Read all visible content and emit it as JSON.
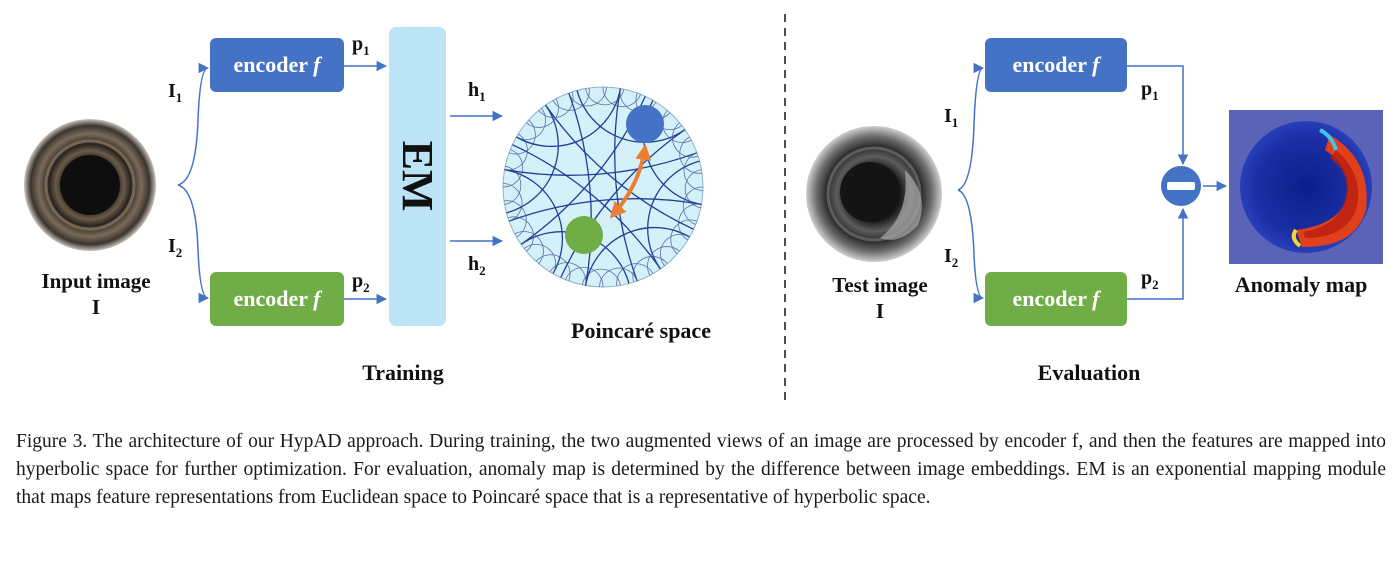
{
  "training": {
    "input_label_line1": "Input image",
    "input_label_line2": "I",
    "view1": "I",
    "view1_sub": "1",
    "view2": "I",
    "view2_sub": "2",
    "encoder_label": "encoder",
    "encoder_fn": "f",
    "p1": "p",
    "p1_sub": "1",
    "p2": "p",
    "p2_sub": "2",
    "em_label": "EM",
    "h1": "h",
    "h1_sub": "1",
    "h2": "h",
    "h2_sub": "2",
    "poincare_label": "Poincaré space",
    "section_title": "Training"
  },
  "evaluation": {
    "test_label_line1": "Test image",
    "test_label_line2": "I",
    "view1": "I",
    "view1_sub": "1",
    "view2": "I",
    "view2_sub": "2",
    "encoder_label": "encoder",
    "encoder_fn": "f",
    "p1": "p",
    "p1_sub": "1",
    "p2": "p",
    "p2_sub": "2",
    "anomaly_label": "Anomaly map",
    "section_title": "Evaluation"
  },
  "colors": {
    "encoder_top": "#4472c4",
    "encoder_bottom": "#70ad47",
    "em_box": "#bde3f7",
    "arrow": "#4472c4",
    "poincare_fill": "#d4f1f9",
    "geodesic": "#1f3d99",
    "curved_arrow": "#ed7d31"
  },
  "caption": "Figure 3. The architecture of our HypAD approach. During training, the two augmented views of an image are processed by encoder f, and then the features are mapped into hyperbolic space for further optimization. For evaluation, anomaly map is determined by the difference between image embeddings. EM is an exponential mapping module that maps feature representations from Euclidean space to Poincaré space that is a representative of hyperbolic space."
}
